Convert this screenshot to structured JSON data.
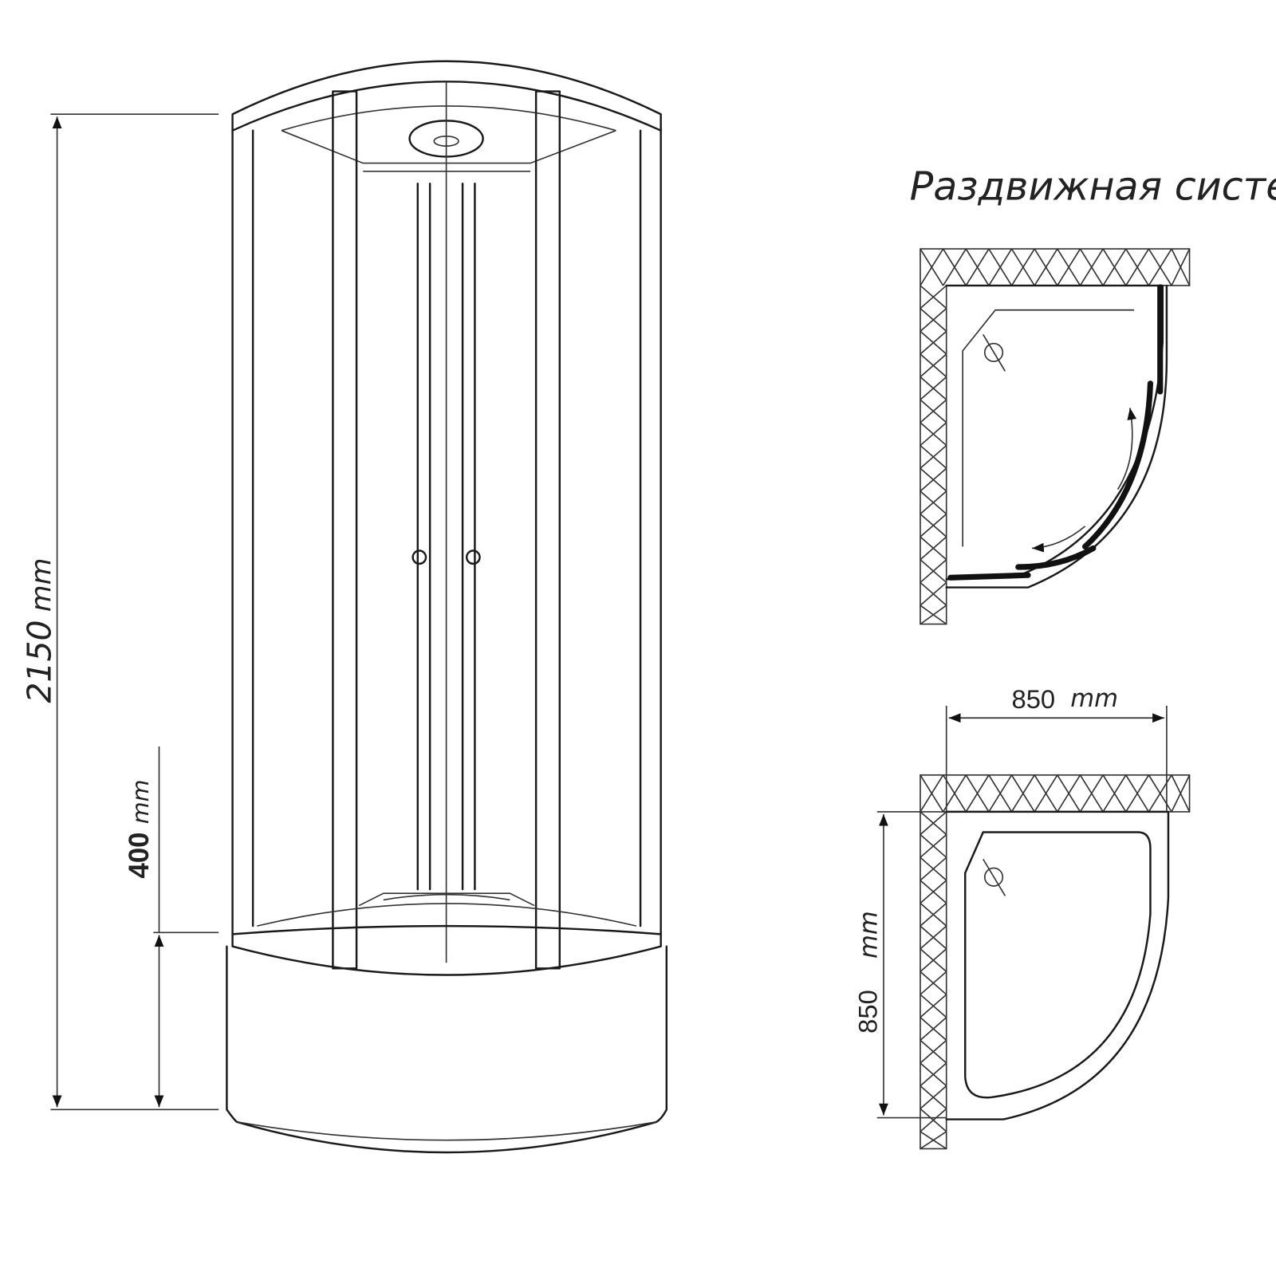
{
  "elevation": {
    "height_label": "2150",
    "height_unit": "mm",
    "tray_height_label": "400",
    "tray_height_unit": "mm"
  },
  "plan_sliding": {
    "title": "Раздвижная система"
  },
  "plan_dimensions": {
    "width_label": "850",
    "width_unit": "mm",
    "depth_label": "850",
    "depth_unit": "mm"
  }
}
